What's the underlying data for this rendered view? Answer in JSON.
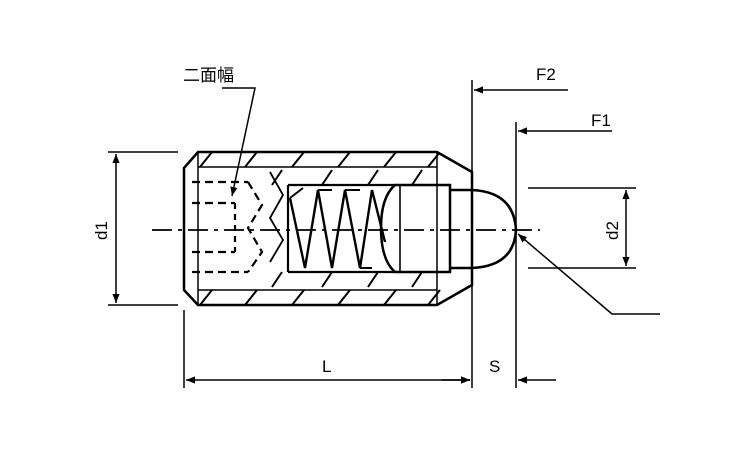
{
  "labels": {
    "width_across_flats": "二面幅",
    "force_f2": "F2",
    "force_f1": "F1",
    "diameter_d1": "d1",
    "diameter_d2": "d2",
    "length_l": "L",
    "stroke_s": "S"
  },
  "colors": {
    "line": "#000000",
    "background": "#ffffff"
  }
}
